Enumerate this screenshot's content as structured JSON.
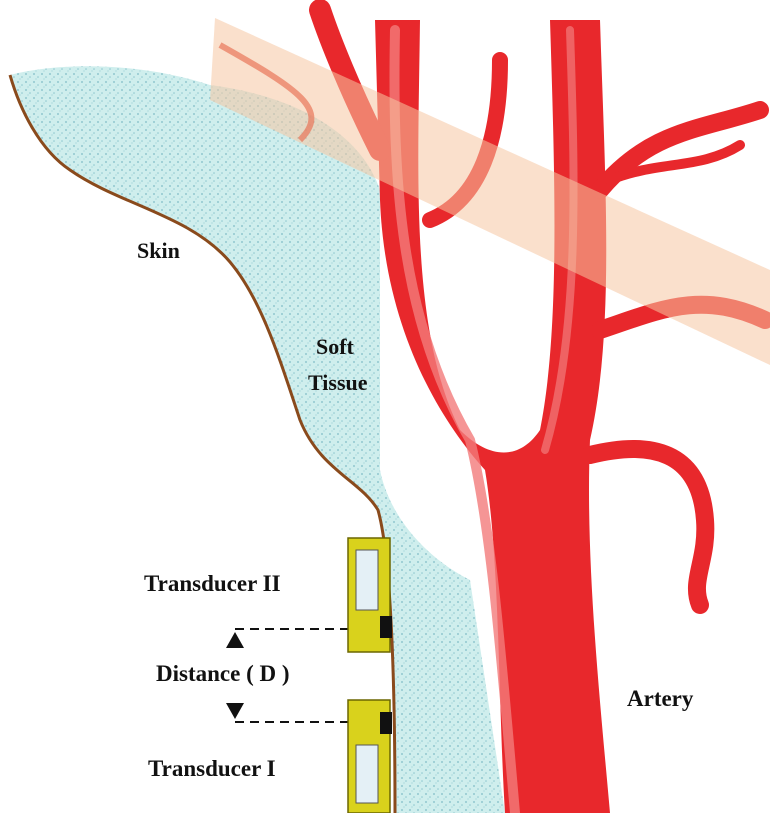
{
  "labels": {
    "skin": "Skin",
    "soft_tissue_line1": "Soft",
    "soft_tissue_line2": "Tissue",
    "transducer_2": "Transducer II",
    "distance": "Distance ( D )",
    "artery": "Artery",
    "transducer_1": "Transducer I"
  },
  "colors": {
    "artery": "#e8282c",
    "artery_highlight": "#f27a7a",
    "artery_shadow": "#b5141a",
    "tissue": "#cfeeed",
    "tissue_dot": "#7fbcc6",
    "skin_line": "#8a4a1c",
    "band": "#f6c6a2",
    "transducer_body": "#d9d21c",
    "transducer_window": "#e4f0f6",
    "transducer_contact": "#111111"
  }
}
